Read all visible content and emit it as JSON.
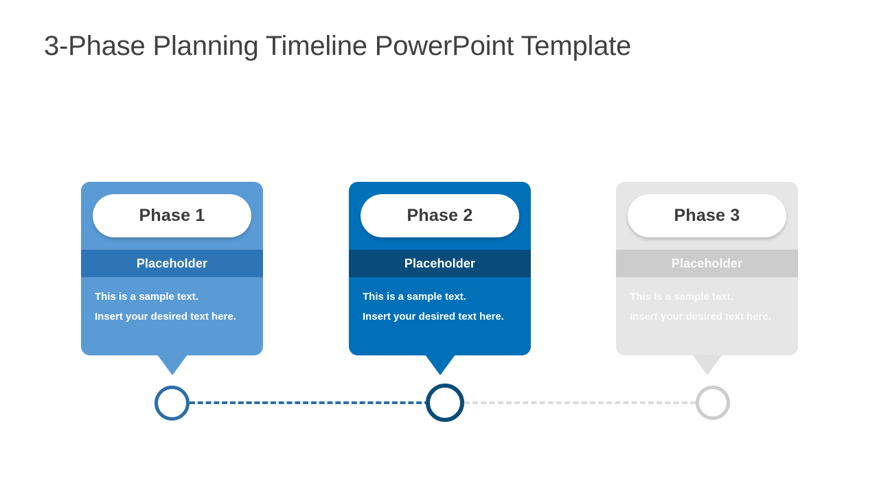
{
  "slide": {
    "title": "3-Phase Planning Timeline PowerPoint Template",
    "title_color": "#404040",
    "background": "#ffffff"
  },
  "phases": [
    {
      "name": "Phase 1",
      "band_label": "Placeholder",
      "body_line_1": "This is a sample text.",
      "body_line_2": "Insert your desired  text here.",
      "card_color": "#5b9bd5",
      "band_color": "#2e75b6",
      "pointer_color": "#5b9bd5",
      "node_color": "#2d6ea8",
      "connector_color": "#2d6ea8"
    },
    {
      "name": "Phase 2",
      "band_label": "Placeholder",
      "body_line_1": "This is a sample text.",
      "body_line_2": "Insert your desired  text here.",
      "card_color": "#0070b8",
      "band_color": "#084c7c",
      "pointer_color": "#0070b8",
      "node_color": "#0c4c77",
      "connector_color": "#dcdcdc"
    },
    {
      "name": "Phase 3",
      "band_label": "Placeholder",
      "body_line_1": "This is a sample text.",
      "body_line_2": "Insert your desired  text here.",
      "card_color": "#e6e6e6",
      "band_color": "#cccccc",
      "pointer_color": "#e0e0e0",
      "node_color": "#cdcdcd",
      "connector_color": "#dcdcdc"
    }
  ],
  "timeline": {
    "segment_1_color": "#2d6ea8",
    "segment_2_color": "#dcdcdc"
  }
}
